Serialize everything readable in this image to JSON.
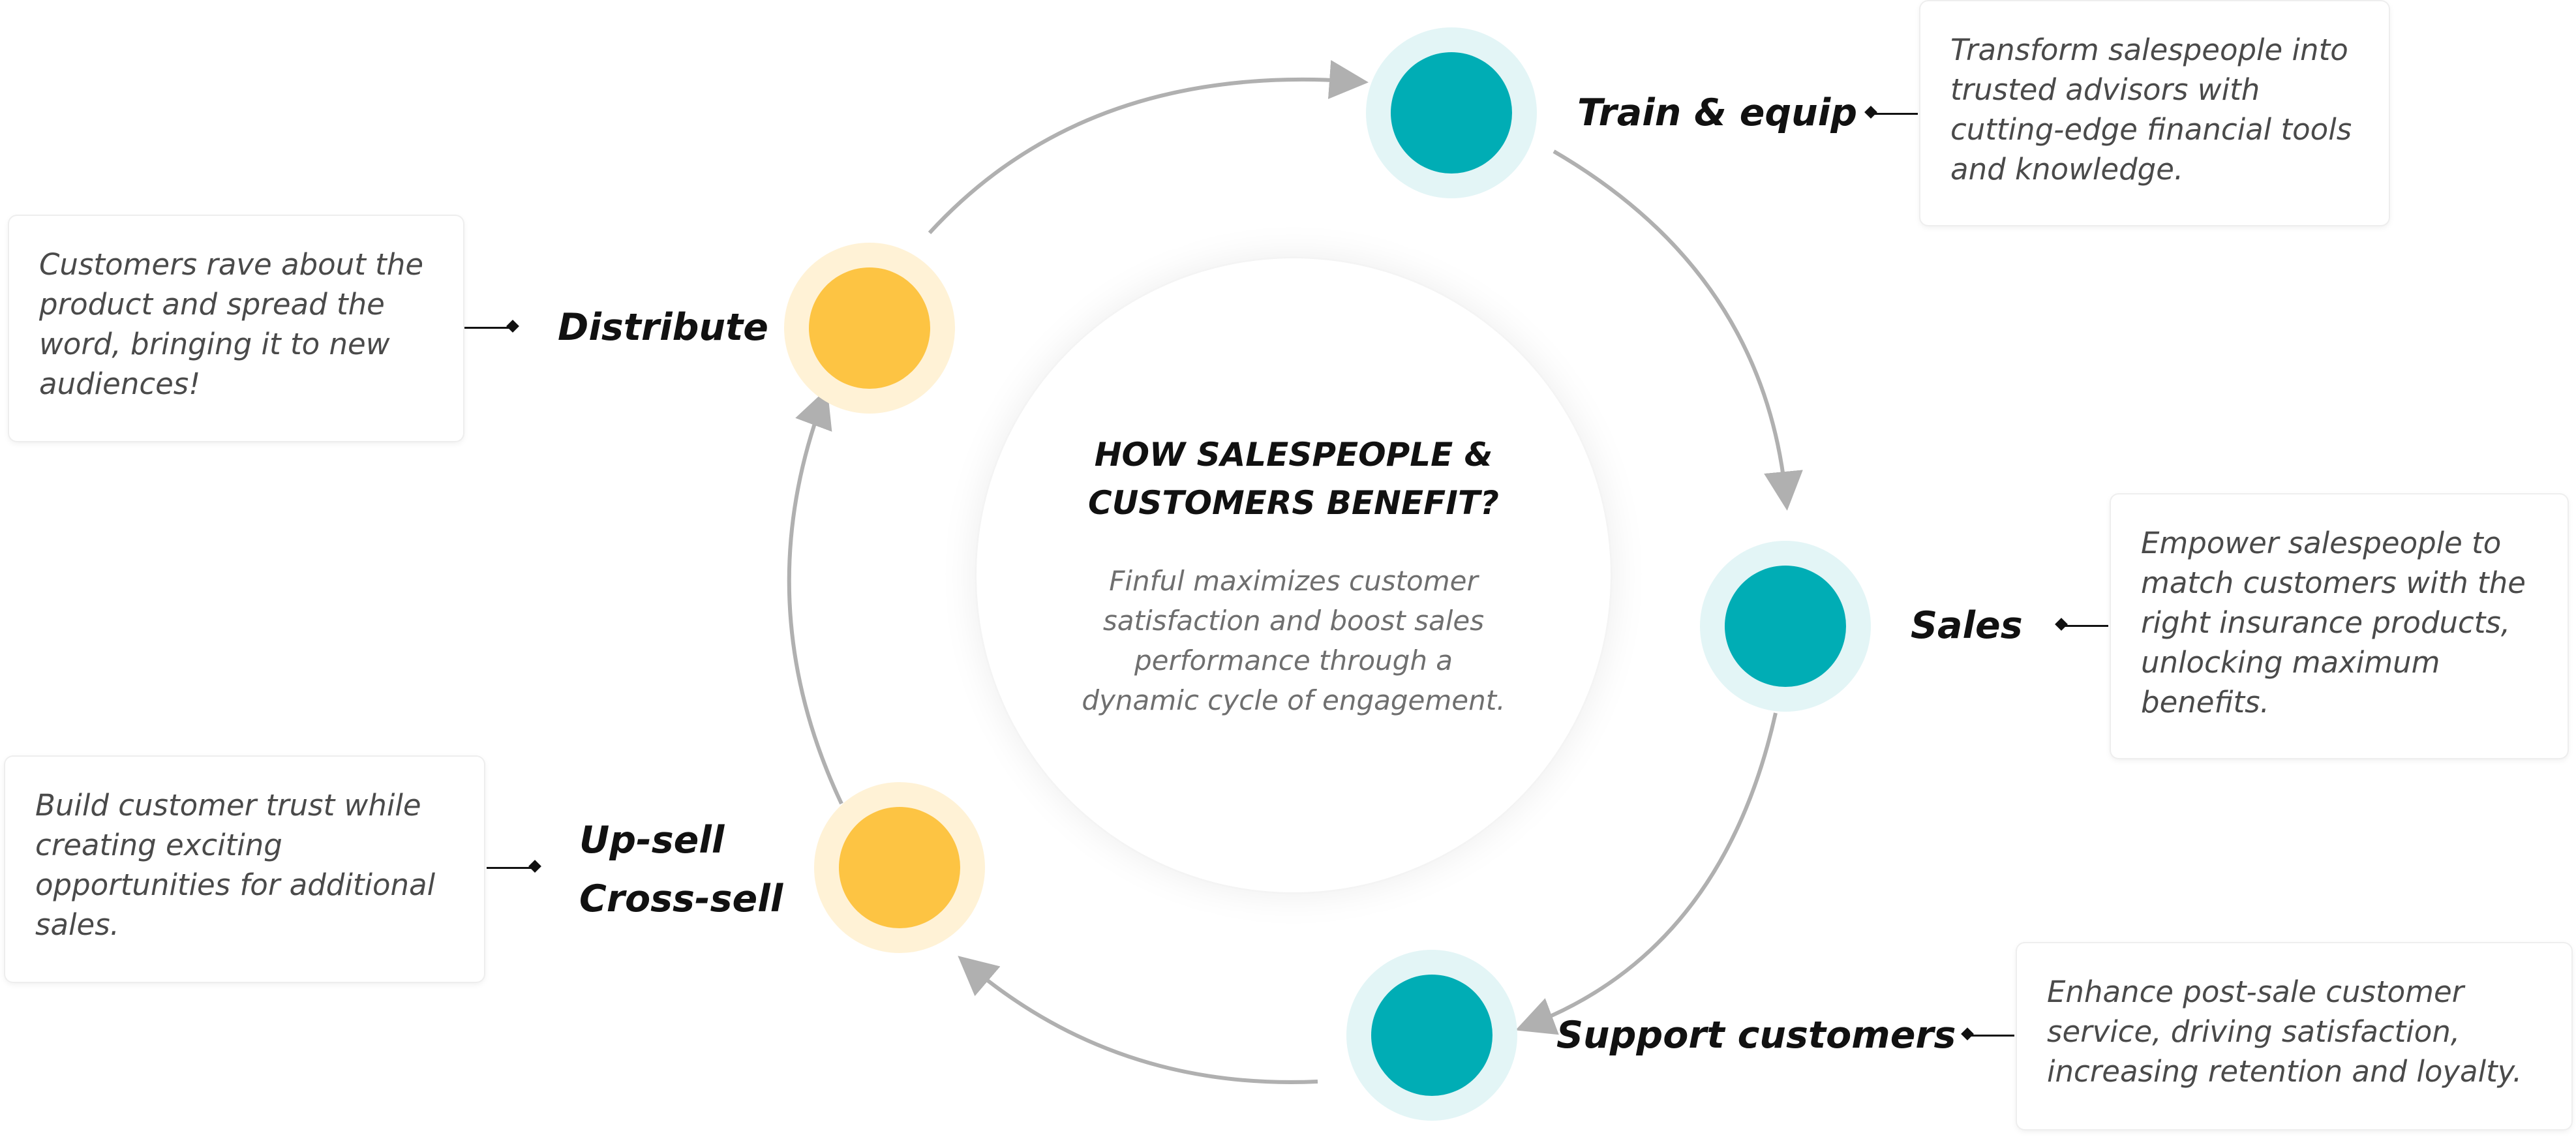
{
  "center": {
    "title": "HOW SALESPEOPLE &\nCUSTOMERS BENEFIT?",
    "description": "Finful maximizes customer\nsatisfaction and boost sales\nperformance through a\ndynamic cycle of engagement."
  },
  "steps": [
    {
      "label": "Train & equip",
      "color": "#00adb5",
      "description": "Transform salespeople into\ntrusted advisors with\ncutting-edge financial tools\nand knowledge."
    },
    {
      "label": "Sales",
      "color": "#00adb5",
      "description": "Empower salespeople to\nmatch customers with the\nright insurance products,\nunlocking maximum\nbenefits."
    },
    {
      "label": "Support customers",
      "color": "#00adb5",
      "description": "Enhance post-sale customer\nservice, driving satisfaction,\nincreasing retention and loyalty."
    },
    {
      "label_line1": "Up-sell",
      "label_line2": "Cross-sell",
      "color": "#fdc443",
      "description": "Build customer trust while\ncreating exciting\nopportunities for additional\nsales."
    },
    {
      "label": "Distribute",
      "color": "#fdc443",
      "description": "Customers rave about the\nproduct and spread the\nword, bringing it to new\naudiences!"
    }
  ],
  "colors": {
    "teal": "#00adb5",
    "teal_halo": "#e3f5f6",
    "yellow": "#fdc443",
    "yellow_halo": "#fff2d6",
    "arrow": "#b0b0b0"
  }
}
